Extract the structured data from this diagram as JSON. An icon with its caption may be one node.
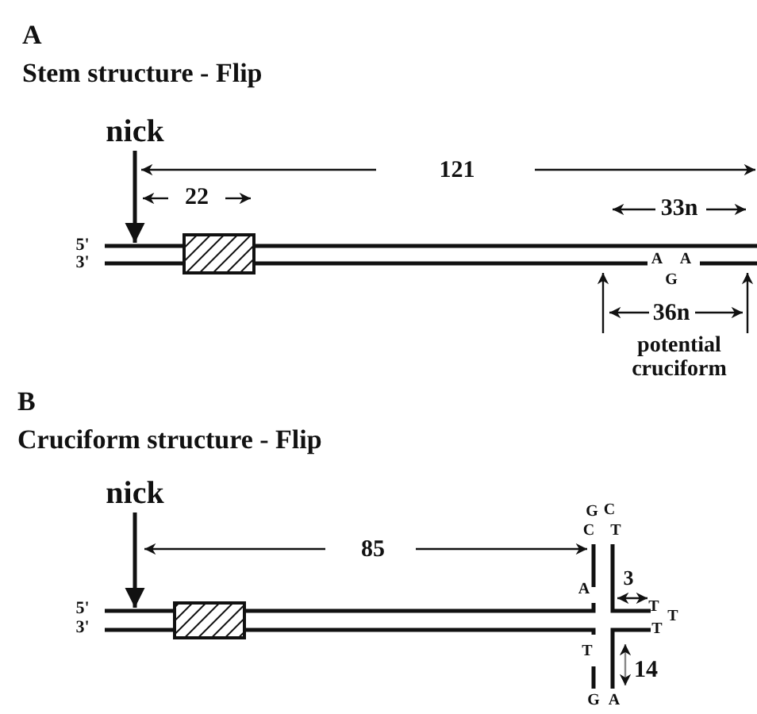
{
  "diagram": {
    "nodes": [
      {
        "text": [
          "nick"
        ]
      },
      {
        "text": [
          "nick"
        ]
      },
      {
        "text": [],
        "shape": "bar"
      },
      {
        "text": [],
        "shape": "bar"
      }
    ],
    "edges": [
      {
        "from": 0,
        "to": 2,
        "arrow": "to"
      },
      {
        "from": 1,
        "to": 3,
        "arrow": "to"
      }
    ],
    "labels": [
      "A",
      "Stem structure - Flip",
      "121",
      "22",
      "33n",
      "5'",
      "3'",
      "A",
      "G",
      "A",
      "36n",
      "potential cruciform",
      "B",
      "Cruciform structure - Flip",
      "G",
      "C",
      "C",
      "T",
      "85",
      "3",
      "A",
      "5'",
      "3'",
      "T",
      "T",
      "T",
      "T",
      "14",
      "G",
      "A"
    ]
  }
}
